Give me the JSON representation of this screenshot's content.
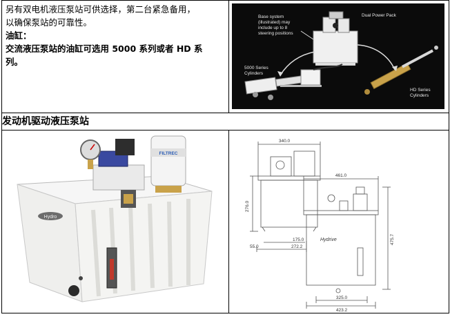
{
  "intro": {
    "line1": "另有双电机液压泵站可供选择，第二台紧急备用，",
    "line2": "以确保泵站的可靠性。",
    "cyl_heading": "油缸：",
    "cyl_line1": "交流液压泵站的油缸可选用 5000 系列或者 HD 系",
    "cyl_line2": "列。"
  },
  "product_panel": {
    "label_base": [
      "Base system",
      "(illustrated) may",
      "include up to 8",
      "steering positions"
    ],
    "label_dual": "Dual Power Pack",
    "label_5000": [
      "5000 Series",
      "Cylinders"
    ],
    "label_hd": [
      "HD Series",
      "Cylinders"
    ]
  },
  "section2": {
    "title": "发动机驱动液压泵站"
  },
  "photo": {
    "filter_brand": "FILTREC",
    "tank_logo": "Hydro"
  },
  "drawing": {
    "top_width": "340.0",
    "height_left": "276.0",
    "dim_175": "175.0",
    "dim_55": "55.0",
    "dim_2722": "272.2",
    "front_width": "461.0",
    "height_right": "475.7",
    "dim_325": "325.0",
    "dim_4232": "423.2",
    "tank_logo": "Hydrive"
  },
  "colors": {
    "panel_bg": "#0b0b0b",
    "brass": "#c9a24a",
    "valve_blue": "#3a49a0",
    "tank_white": "#f2f2f0"
  }
}
